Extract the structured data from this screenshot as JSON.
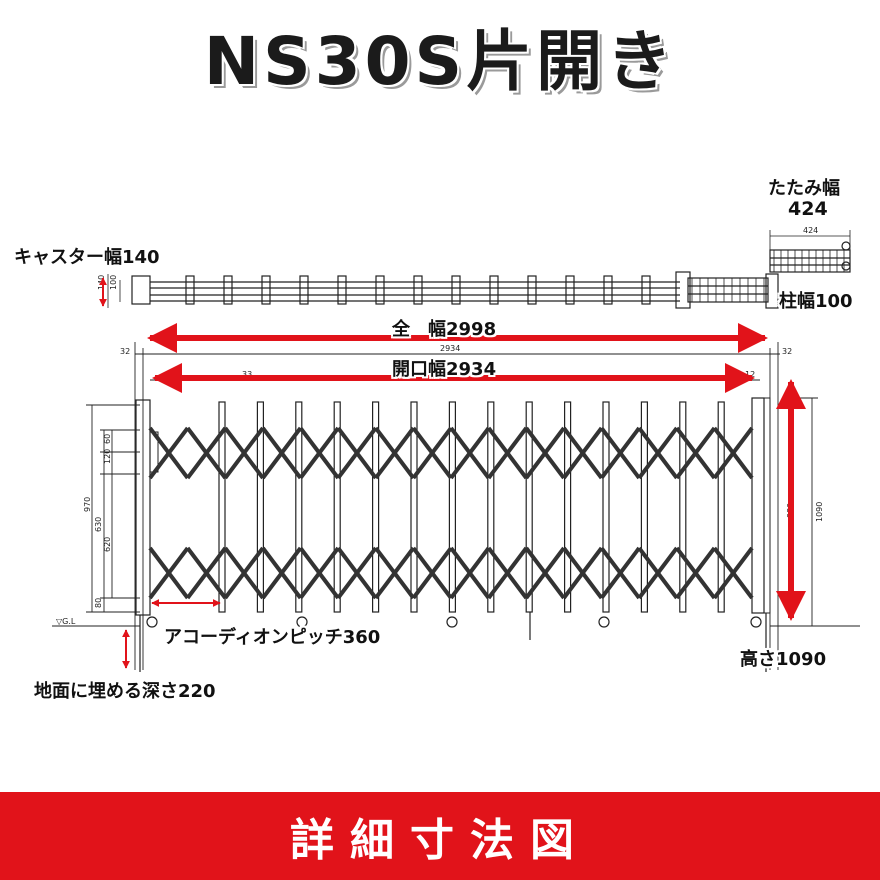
{
  "title": "NS30S片開き",
  "labels": {
    "folded_width": "たたみ幅",
    "folded_width_value": "424",
    "caster_width": "キャスター幅140",
    "post_width": "柱幅100",
    "total_width": "全　幅2998",
    "opening_width": "開口幅2934",
    "accordion_pitch": "アコーディオンピッチ360",
    "height": "高さ1090",
    "embed_depth": "地面に埋める深さ220"
  },
  "drawing_marks": {
    "top_140": "140",
    "top_100": "100",
    "top_424": "424",
    "left_32": "32",
    "right_32": "32",
    "center_2934": "2934",
    "inner_33": "33",
    "inner_12": "12",
    "h_970": "970",
    "h_630": "630",
    "h_620": "620",
    "h_120": "120",
    "h_60": "60",
    "h_80": "80",
    "h_980": "980",
    "h_1090": "1090",
    "gl": "▽G.L"
  },
  "footer": "詳細寸法図",
  "colors": {
    "accent_red": "#e1131a",
    "line": "#222222",
    "arrow_red": "#e1131a"
  }
}
